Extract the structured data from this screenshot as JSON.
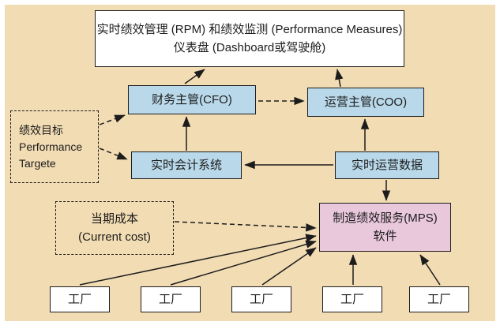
{
  "colors": {
    "background": "#f2dcb3",
    "box_blue": "#b9d9ea",
    "box_pink": "#e9c8dc",
    "box_white": "#ffffff",
    "line": "#1c1c1c"
  },
  "nodes": {
    "dashboard": {
      "line1": "实时绩效管理 (RPM) 和绩效监测 (Performance  Measures)",
      "line2": "仪表盘 (Dashboard或驾驶舱)"
    },
    "cfo": {
      "label": "财务主管(CFO)"
    },
    "coo": {
      "label": "运营主管(COO)"
    },
    "perf_target": {
      "line1": "绩效目标",
      "line2": "Performance",
      "line3": "Targete"
    },
    "accounting": {
      "label": "实时会计系统"
    },
    "ops_data": {
      "label": "实时运营数据"
    },
    "current_cost": {
      "line1": "当期成本",
      "line2": "(Current cost)"
    },
    "mps": {
      "line1": "制造绩效服务(MPS)",
      "line2": "软件"
    },
    "factories": [
      "工厂",
      "工厂",
      "工厂",
      "工厂",
      "工厂"
    ]
  }
}
